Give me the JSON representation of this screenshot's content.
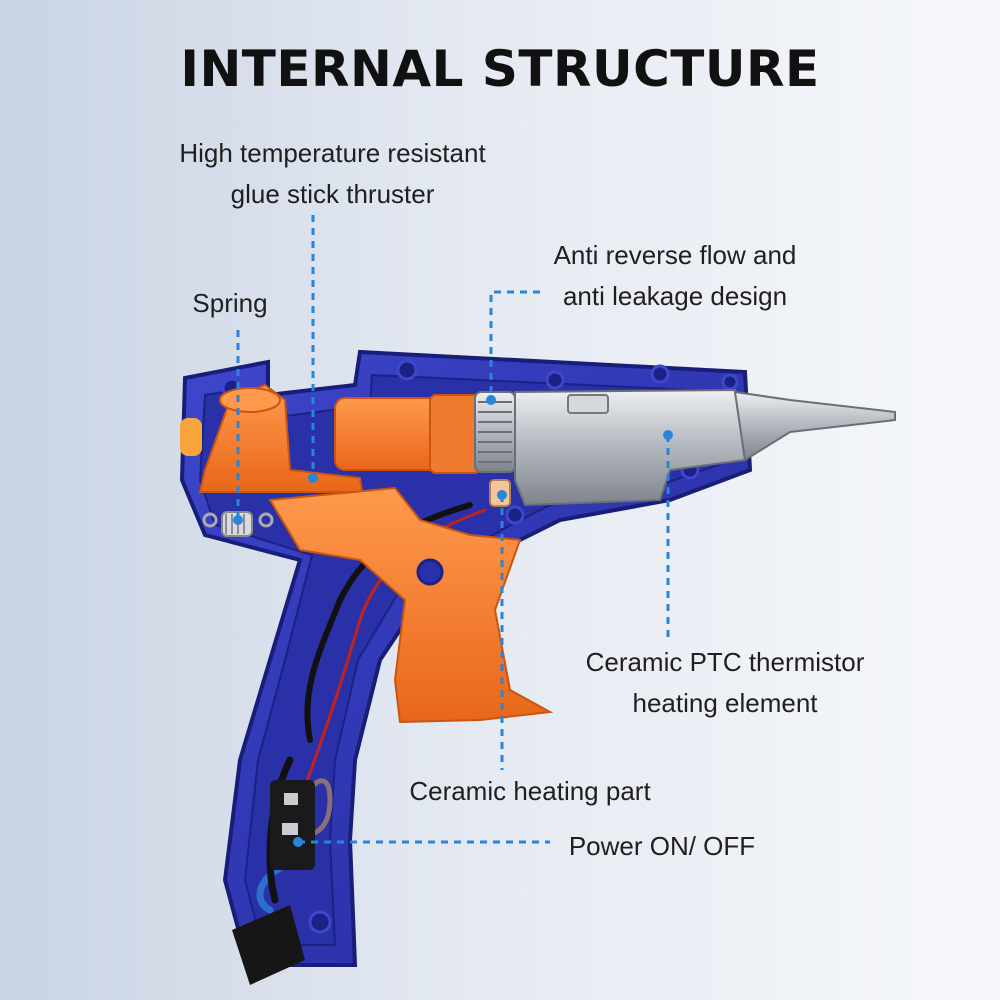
{
  "title": "INTERNAL STRUCTURE",
  "labels": {
    "thruster": {
      "line1": "High temperature resistant",
      "line2": "glue stick thruster"
    },
    "spring": "Spring",
    "anti_flow": {
      "line1": "Anti reverse flow and",
      "line2": "anti leakage design"
    },
    "ptc": {
      "line1": "Ceramic PTC thermistor",
      "line2": "heating element"
    },
    "ceramic_part": "Ceramic heating part",
    "power": "Power ON/ OFF"
  },
  "colors": {
    "housing": "#2f36b5",
    "housing_dark": "#1b2185",
    "trigger": "#f47c2a",
    "nozzle": "#b9bcc2",
    "leader": "#2a84d8"
  }
}
